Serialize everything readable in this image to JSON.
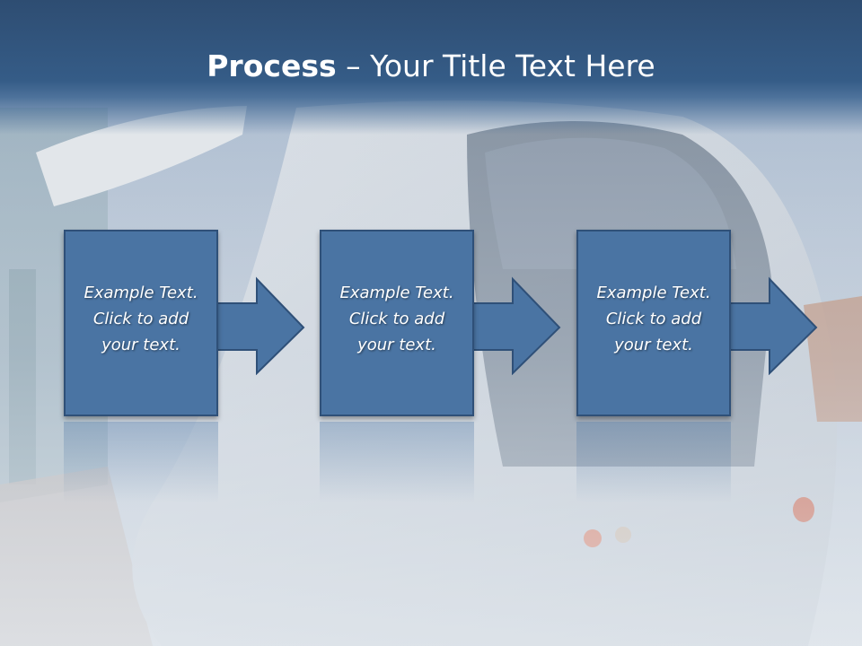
{
  "slide": {
    "title_bold": "Process",
    "title_rest": " – Your Title Text Here"
  },
  "steps": [
    {
      "text": "Example Text.\nClick  to add\nyour text."
    },
    {
      "text": "Example Text.\nClick  to add\nyour text."
    },
    {
      "text": "Example Text.\nClick  to add\nyour text."
    }
  ],
  "colors": {
    "title_bar": "#355c87",
    "box_fill": "#4a74a3",
    "box_border": "#2f5078"
  },
  "background_image": "light-rail-train-at-station"
}
